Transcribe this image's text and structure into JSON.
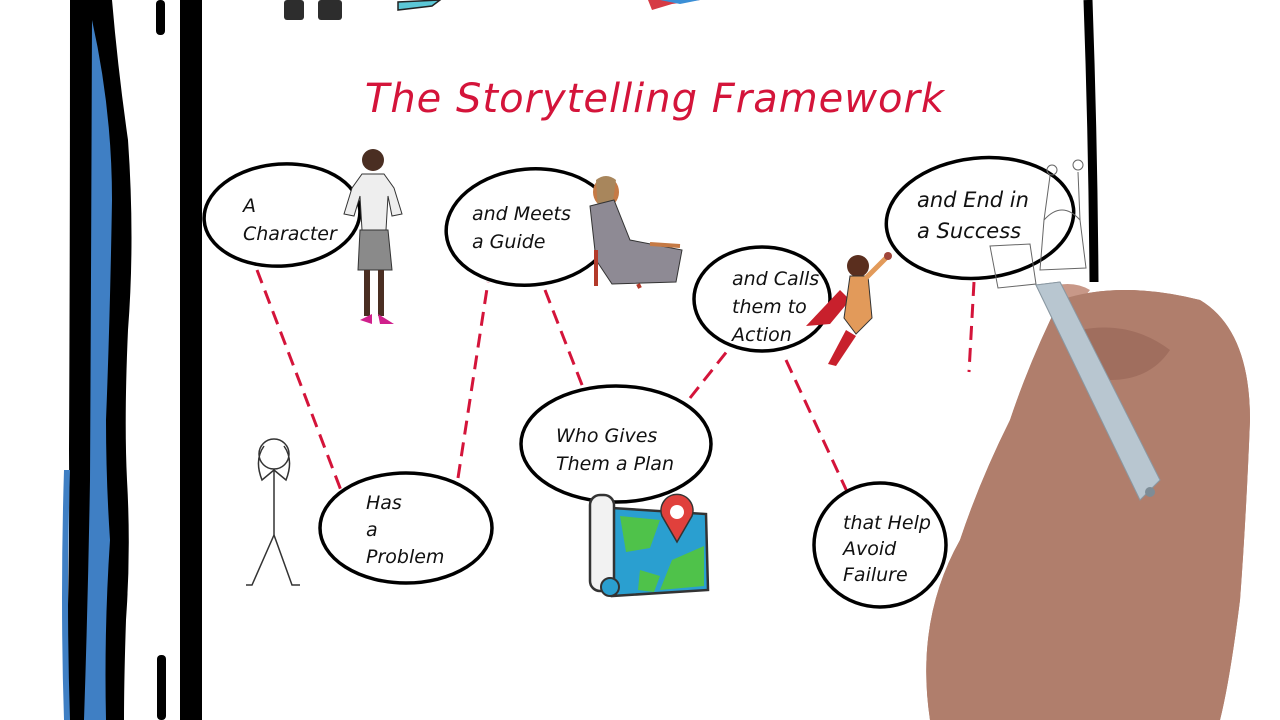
{
  "title": "The Storytelling Framework",
  "colors": {
    "title": "#d4143a",
    "connector": "#d4143a",
    "frame_blue": "#3f7fc4",
    "frame_black": "#000000",
    "map_blue": "#2a9fd0",
    "map_green": "#4fc24a",
    "pin_red": "#e0403c",
    "hand_skin": "#b07e6c",
    "marker": "#b8c6d0"
  },
  "nodes": [
    {
      "id": "character",
      "label": "A\nCharacter",
      "illustration": "standing-woman-icon"
    },
    {
      "id": "problem",
      "label": "Has\na\nProblem",
      "illustration": "stick-figure-icon"
    },
    {
      "id": "guide",
      "label": "and Meets\na Guide",
      "illustration": "seated-woman-icon"
    },
    {
      "id": "plan",
      "label": "Who Gives\nThem a Plan",
      "illustration": "map-icon"
    },
    {
      "id": "action",
      "label": "and Calls\nthem to\nAction",
      "illustration": "superhero-icon"
    },
    {
      "id": "failure",
      "label": "that Help\nAvoid\nFailure",
      "illustration": ""
    },
    {
      "id": "success",
      "label": "and End in\na Success",
      "illustration": "celebrating-person-icon"
    }
  ],
  "connections": [
    [
      "character",
      "problem"
    ],
    [
      "problem",
      "guide"
    ],
    [
      "guide",
      "plan"
    ],
    [
      "plan",
      "action"
    ],
    [
      "action",
      "failure"
    ],
    [
      "failure",
      "success"
    ]
  ],
  "overlay": {
    "hand": "hand-holding-marker-icon"
  }
}
